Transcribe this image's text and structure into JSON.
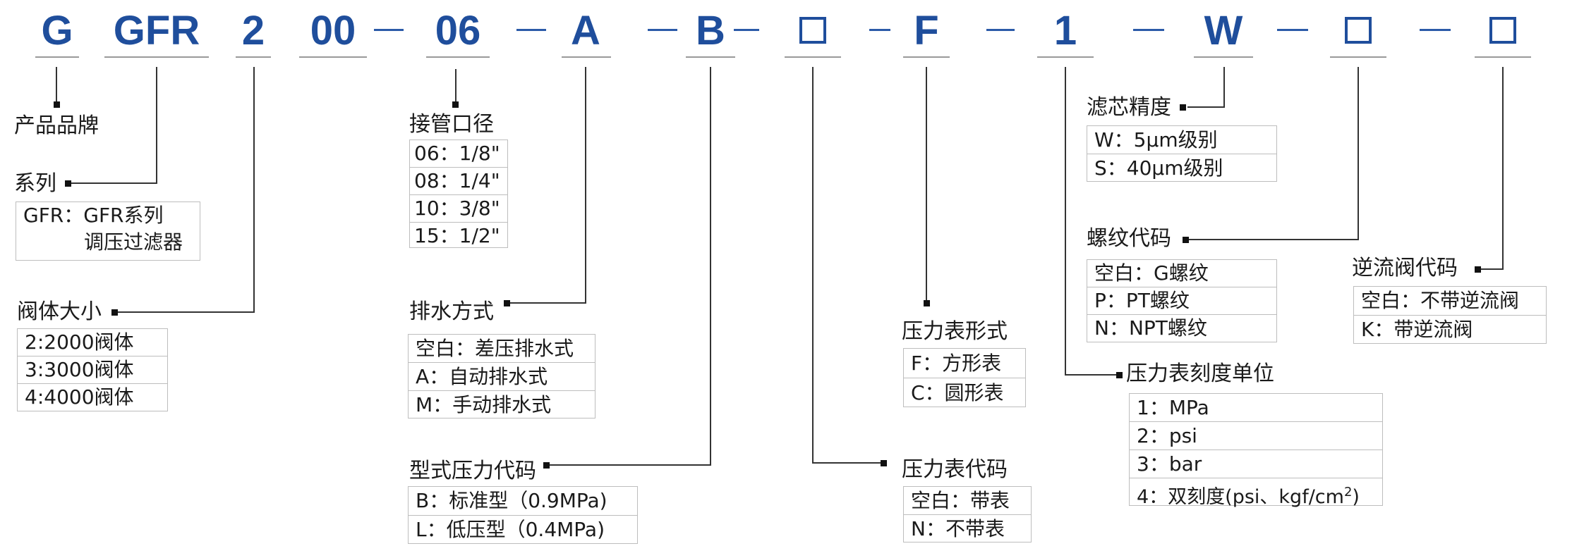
{
  "header": {
    "codes": [
      "G",
      "GFR",
      "2",
      "00",
      "06",
      "A",
      "B",
      "F",
      "1",
      "W"
    ],
    "separator": "—"
  },
  "groups": {
    "brand": {
      "label": "产品品牌"
    },
    "series": {
      "label": "系列",
      "options": [
        "GFR：GFR系列",
        "调压过滤器"
      ]
    },
    "body_size": {
      "label": "阀体大小",
      "options": [
        "2:2000阀体",
        "3:3000阀体",
        "4:4000阀体"
      ]
    },
    "port": {
      "label": "接管口径",
      "options": [
        "06：1/8\"",
        "08：1/4\"",
        "10：3/8\"",
        "15：1/2\""
      ]
    },
    "drain": {
      "label": "排水方式",
      "options": [
        "空白：差压排水式",
        "A：自动排水式",
        "M：手动排水式"
      ]
    },
    "pressure_type": {
      "label": "型式压力代码",
      "options": [
        "B：标准型（0.9MPa)",
        "L：低压型（0.4MPa)"
      ]
    },
    "gauge_code": {
      "label": "压力表代码",
      "options": [
        "空白：带表",
        "N：不带表"
      ]
    },
    "gauge_shape": {
      "label": "压力表形式",
      "options": [
        "F：方形表",
        "C：圆形表"
      ]
    },
    "filter": {
      "label": "滤芯精度",
      "options": [
        "W：5μm级别",
        "S：40μm级别"
      ]
    },
    "thread": {
      "label": "螺纹代码",
      "options": [
        "空白：G螺纹",
        "P：PT螺纹",
        "N：NPT螺纹"
      ]
    },
    "gauge_unit": {
      "label": "压力表刻度单位",
      "options": [
        "1：MPa",
        "2：psi",
        "3：bar",
        "4：双刻度(psi、kgf/cm"
      ],
      "superscript": "2",
      "closing": ")"
    },
    "check_valve": {
      "label": "逆流阀代码",
      "options": [
        "空白：不带逆流阀",
        "K：带逆流阀"
      ]
    }
  },
  "colors": {
    "code_blue": "#1f4e9c",
    "line": "#333333",
    "border": "#bdbdbd"
  }
}
